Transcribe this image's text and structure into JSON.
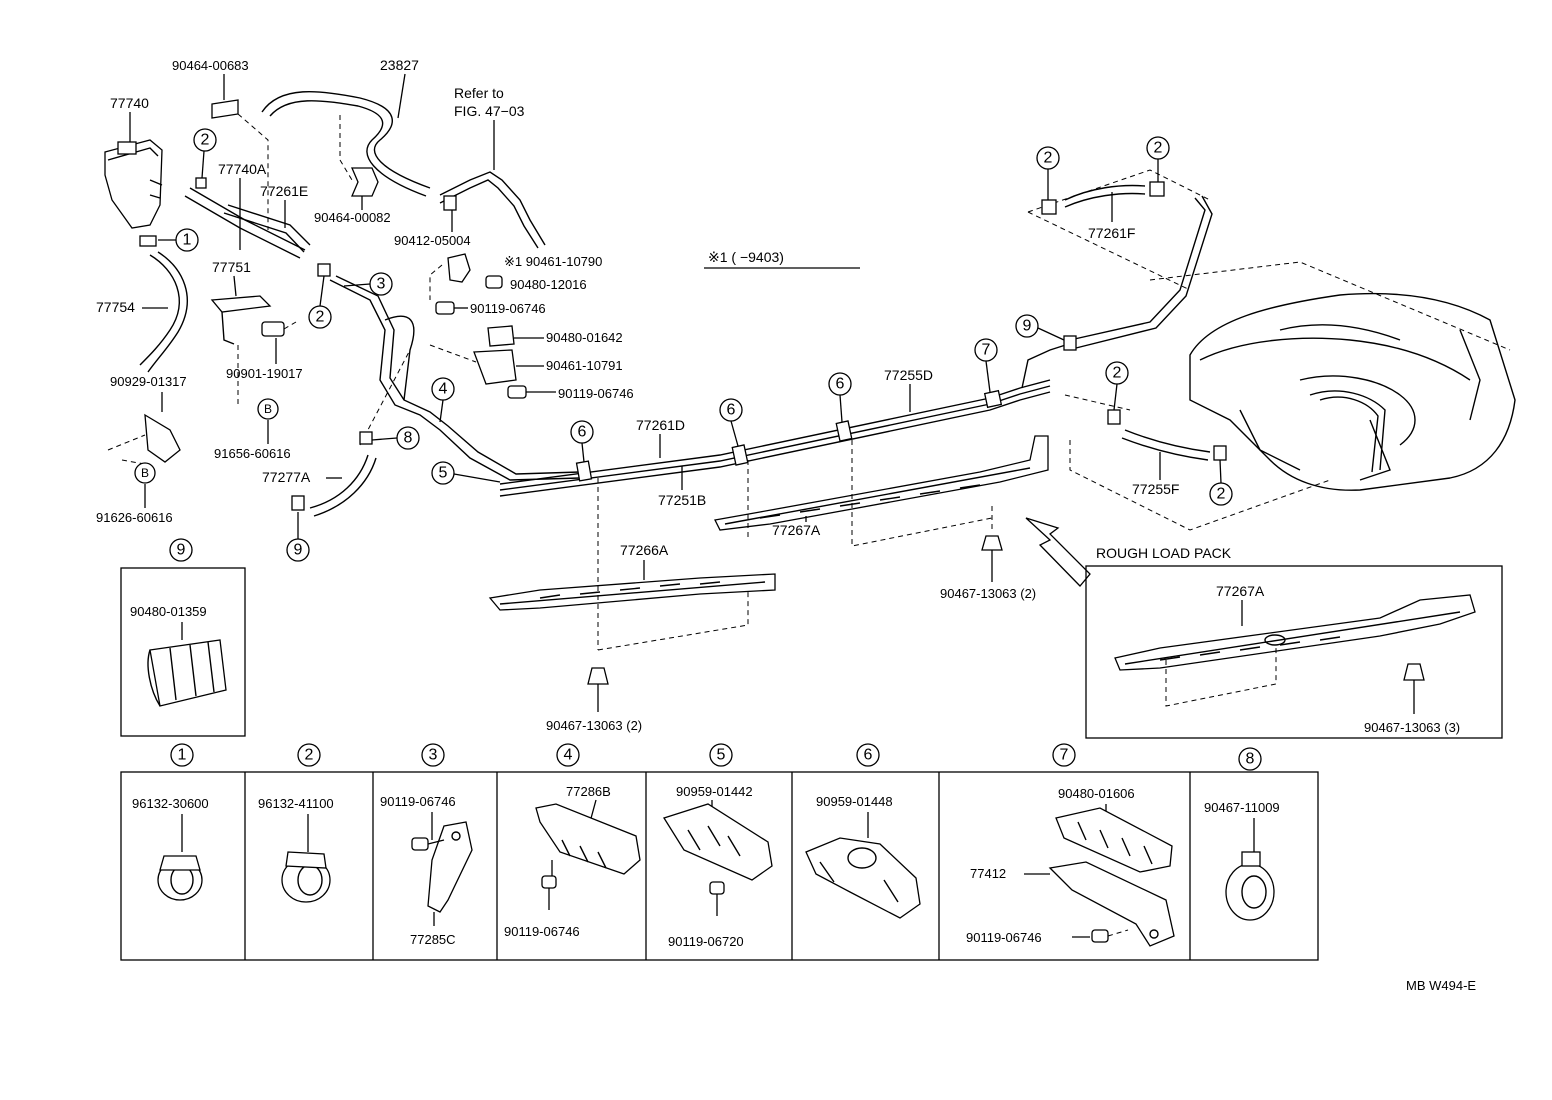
{
  "diagram": {
    "refer_note_line1": "Refer to",
    "refer_note_line2": "FIG. 47−03",
    "note_mark": "※1 (    −9403)",
    "rough_load_pack_title": "ROUGH LOAD PACK",
    "drawing_code": "MB W494-E",
    "circle_numbers": [
      "1",
      "2",
      "3",
      "4",
      "5",
      "6",
      "7",
      "8",
      "9"
    ],
    "circle_letter_b": "B",
    "part_labels": {
      "p77740": "77740",
      "p90464_00683": "90464-00683",
      "p23827": "23827",
      "p77740A": "77740A",
      "p77261E": "77261E",
      "p90464_00082": "90464-00082",
      "p90412_05004": "90412-05004",
      "p77751": "77751",
      "p77754": "77754",
      "p90901_19017": "90901-19017",
      "p90929_01317": "90929-01317",
      "p91656_60616": "91656-60616",
      "p91626_60616": "91626-60616",
      "p77277A": "77277A",
      "p90461_10790": "※1 90461-10790",
      "p90480_12016": "90480-12016",
      "p90119_06746_a": "90119-06746",
      "p90480_01642": "90480-01642",
      "p90461_10791": "90461-10791",
      "p90119_06746_b": "90119-06746",
      "p77261F": "77261F",
      "p77255D": "77255D",
      "p77261D": "77261D",
      "p77251B": "77251B",
      "p77266A": "77266A",
      "p77267A": "77267A",
      "p90467_13063_mid": "90467-13063 (2)",
      "p90467_13063_low": "90467-13063 (2)",
      "p77255F": "77255F",
      "p77267A_rlp": "77267A",
      "p90467_13063_rlp": "90467-13063 (3)",
      "p90480_01359": "90480-01359"
    },
    "detail_boxes": [
      {
        "num": "1",
        "labels": [
          "96132-30600"
        ]
      },
      {
        "num": "2",
        "labels": [
          "96132-41100"
        ]
      },
      {
        "num": "3",
        "labels": [
          "90119-06746",
          "77285C"
        ]
      },
      {
        "num": "4",
        "labels": [
          "77286B",
          "90119-06746"
        ]
      },
      {
        "num": "5",
        "labels": [
          "90959-01442",
          "90119-06720"
        ]
      },
      {
        "num": "6",
        "labels": [
          "90959-01448"
        ]
      },
      {
        "num": "7",
        "labels": [
          "90480-01606",
          "77412",
          "90119-06746"
        ]
      },
      {
        "num": "8",
        "labels": [
          "90467-11009"
        ]
      }
    ]
  }
}
